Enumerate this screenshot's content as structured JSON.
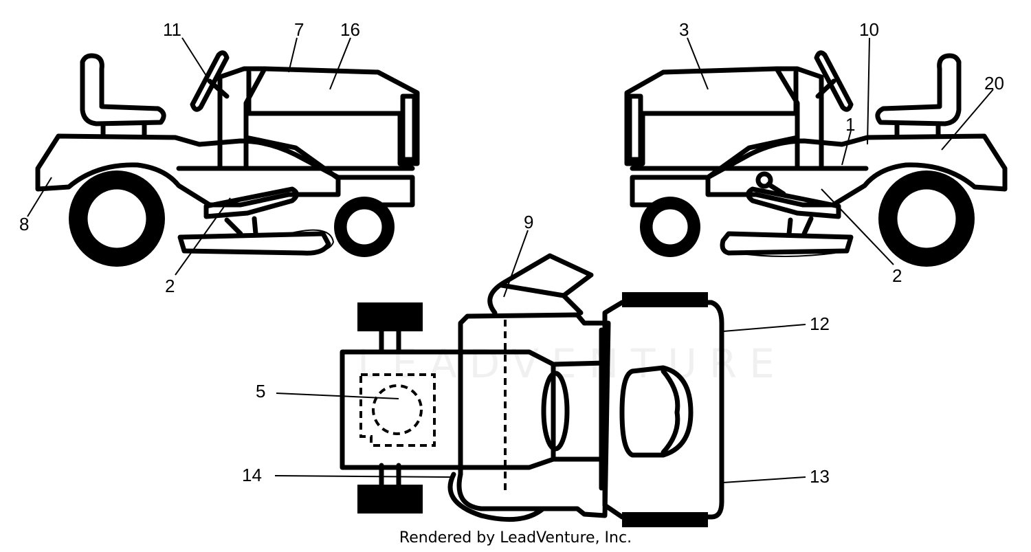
{
  "diagram": {
    "callouts": [
      "1",
      "2",
      "2",
      "3",
      "5",
      "7",
      "8",
      "9",
      "10",
      "11",
      "12",
      "13",
      "14",
      "16",
      "20"
    ],
    "watermark": "LEADVENTURE",
    "footer": "Rendered by LeadVenture, Inc."
  }
}
